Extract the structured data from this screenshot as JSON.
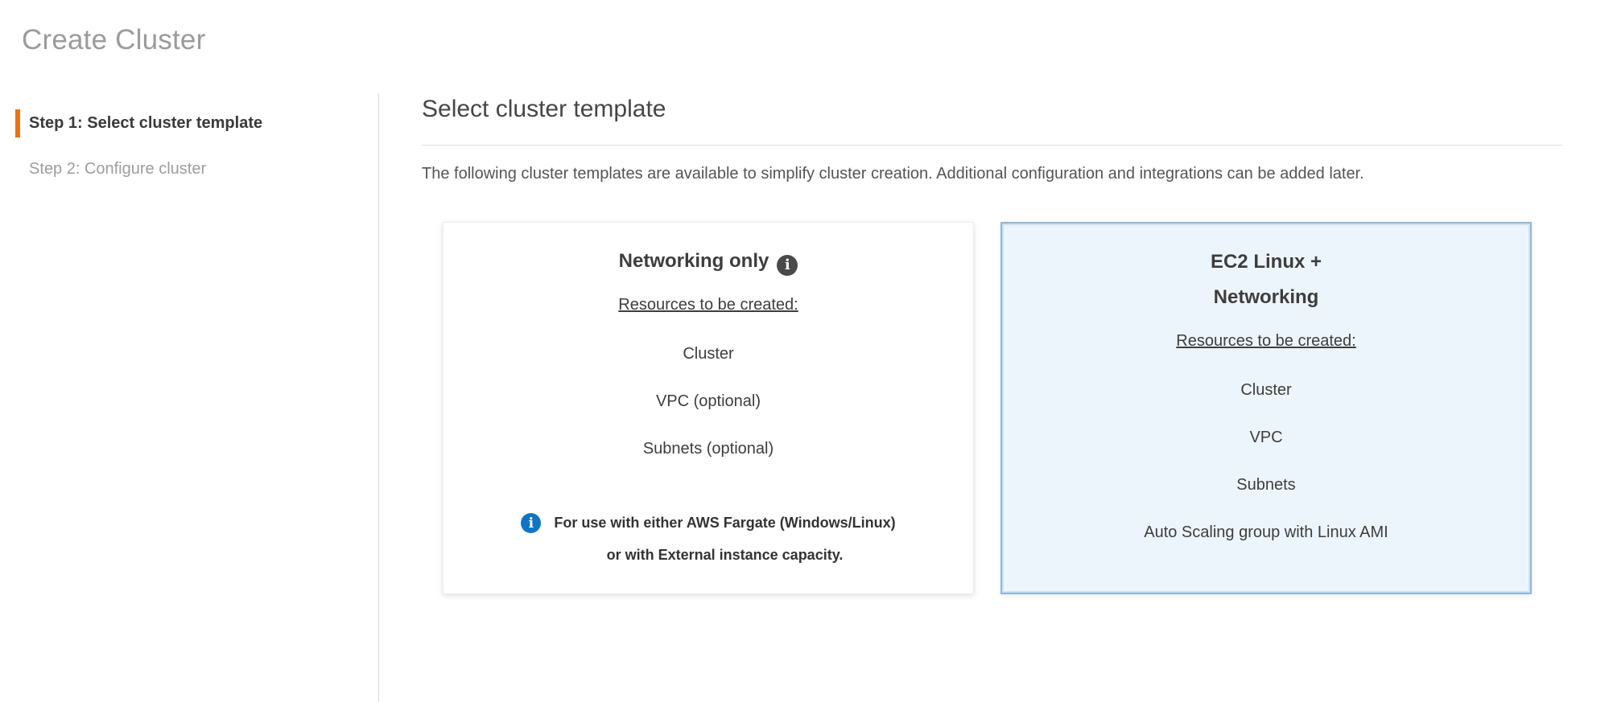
{
  "page": {
    "title": "Create Cluster"
  },
  "sidebar": {
    "steps": [
      {
        "label": "Step 1: Select cluster template",
        "active": true
      },
      {
        "label": "Step 2: Configure cluster",
        "active": false
      }
    ]
  },
  "main": {
    "heading": "Select cluster template",
    "description": "The following cluster templates are available to simplify cluster creation. Additional configuration and integrations can be added later.",
    "cards": [
      {
        "id": "networking-only",
        "title_lines": [
          "Networking only"
        ],
        "title_info_icon": true,
        "resources_label": "Resources to be created:",
        "resources": [
          "Cluster",
          "VPC (optional)",
          "Subnets (optional)"
        ],
        "note_lines": [
          "For use with either AWS Fargate (Windows/Linux)",
          "or with External instance capacity."
        ],
        "selected": false
      },
      {
        "id": "ec2-linux-networking",
        "title_lines": [
          "EC2 Linux +",
          "Networking"
        ],
        "title_info_icon": false,
        "resources_label": "Resources to be created:",
        "resources": [
          "Cluster",
          "VPC",
          "Subnets",
          "Auto Scaling group with Linux AMI"
        ],
        "selected": true
      }
    ]
  },
  "glyphs": {
    "info": "i"
  },
  "colors": {
    "accent_orange": "#ec7211",
    "title_gray": "#9b9b9b",
    "inactive_gray": "#9d9d9d",
    "selected_card_border": "#8fb6dc",
    "selected_card_bg": "#edf5fc",
    "info_icon_dark": "#4a4a4a",
    "info_icon_blue": "#1174c4"
  }
}
